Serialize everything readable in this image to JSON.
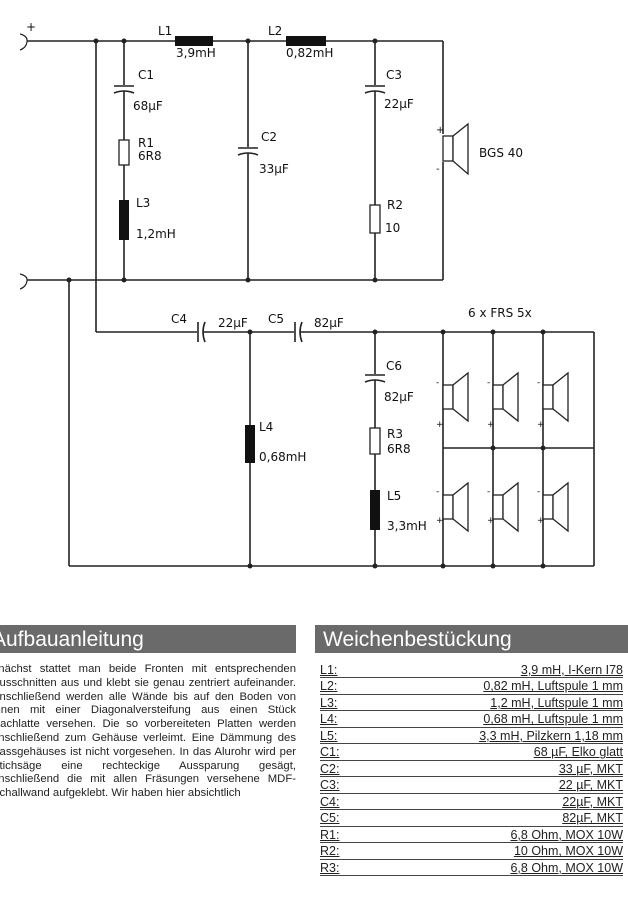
{
  "schematic": {
    "input_plus": "+",
    "components": {
      "L1": {
        "name": "L1",
        "value": "3,9mH"
      },
      "L2": {
        "name": "L2",
        "value": "0,82mH"
      },
      "C1": {
        "name": "C1",
        "value": "68µF"
      },
      "R1": {
        "name": "R1",
        "value": "6R8"
      },
      "L3": {
        "name": "L3",
        "value": "1,2mH"
      },
      "C2": {
        "name": "C2",
        "value": "33µF"
      },
      "C3": {
        "name": "C3",
        "value": "22µF"
      },
      "R2": {
        "name": "R2",
        "value": "10"
      },
      "C4": {
        "name": "C4",
        "value": "22µF"
      },
      "C5": {
        "name": "C5",
        "value": "82µF"
      },
      "L4": {
        "name": "L4",
        "value": "0,68mH"
      },
      "C6": {
        "name": "C6",
        "value": "82µF"
      },
      "R3": {
        "name": "R3",
        "value": "6R8"
      },
      "L5": {
        "name": "L5",
        "value": "3,3mH"
      }
    },
    "woofer_label": "BGS 40",
    "array_label": "6 x FRS 5x",
    "plus_sign": "+",
    "minus_sign": "-"
  },
  "assembly": {
    "title": "Aufbauanleitung",
    "text": "unächst stattet man beide Fronten mit entsprechenden Ausschnitten aus und klebt sie genau zentriert aufeinander. Anschließend werden alle Wände bis auf den Boden von innen mit einer Diagonalversteifung aus einen Stück Dachlatte versehen. Die so vorbereiteten Platten werden anschließend zum Gehäuse verleimt. Eine Dämmung des Bassgehäuses ist nicht vorgesehen. In das Alurohr wird per Stichsäge eine rechteckige Aussparung gesägt, anschließend die mit allen Fräsungen versehene MDF-Schallwand aufgeklebt. Wir haben hier absichtlich"
  },
  "parts": {
    "title": "Weichenbestückung",
    "rows": [
      {
        "id": "L1:",
        "value": "3,9 mH, I-Kern I78"
      },
      {
        "id": "L2:",
        "value": "0,82 mH, Luftspule 1 mm"
      },
      {
        "id": "L3:",
        "value": "1,2 mH, Luftspule 1 mm"
      },
      {
        "id": "L4:",
        "value": "0,68 mH, Luftspule 1 mm"
      },
      {
        "id": "L5:",
        "value": "3,3 mH, Pilzkern 1,18 mm"
      },
      {
        "id": "C1:",
        "value": "68 µF, Elko glatt"
      },
      {
        "id": "C2:",
        "value": "33 µF, MKT"
      },
      {
        "id": "C3:",
        "value": "22 µF, MKT"
      },
      {
        "id": "C4:",
        "value": "22µF, MKT"
      },
      {
        "id": "C5:",
        "value": "82µF, MKT"
      },
      {
        "id": "R1:",
        "value": "6,8 Ohm, MOX 10W"
      },
      {
        "id": "R2:",
        "value": "10 Ohm, MOX 10W"
      },
      {
        "id": "R3:",
        "value": "6,8 Ohm, MOX 10W"
      }
    ]
  }
}
